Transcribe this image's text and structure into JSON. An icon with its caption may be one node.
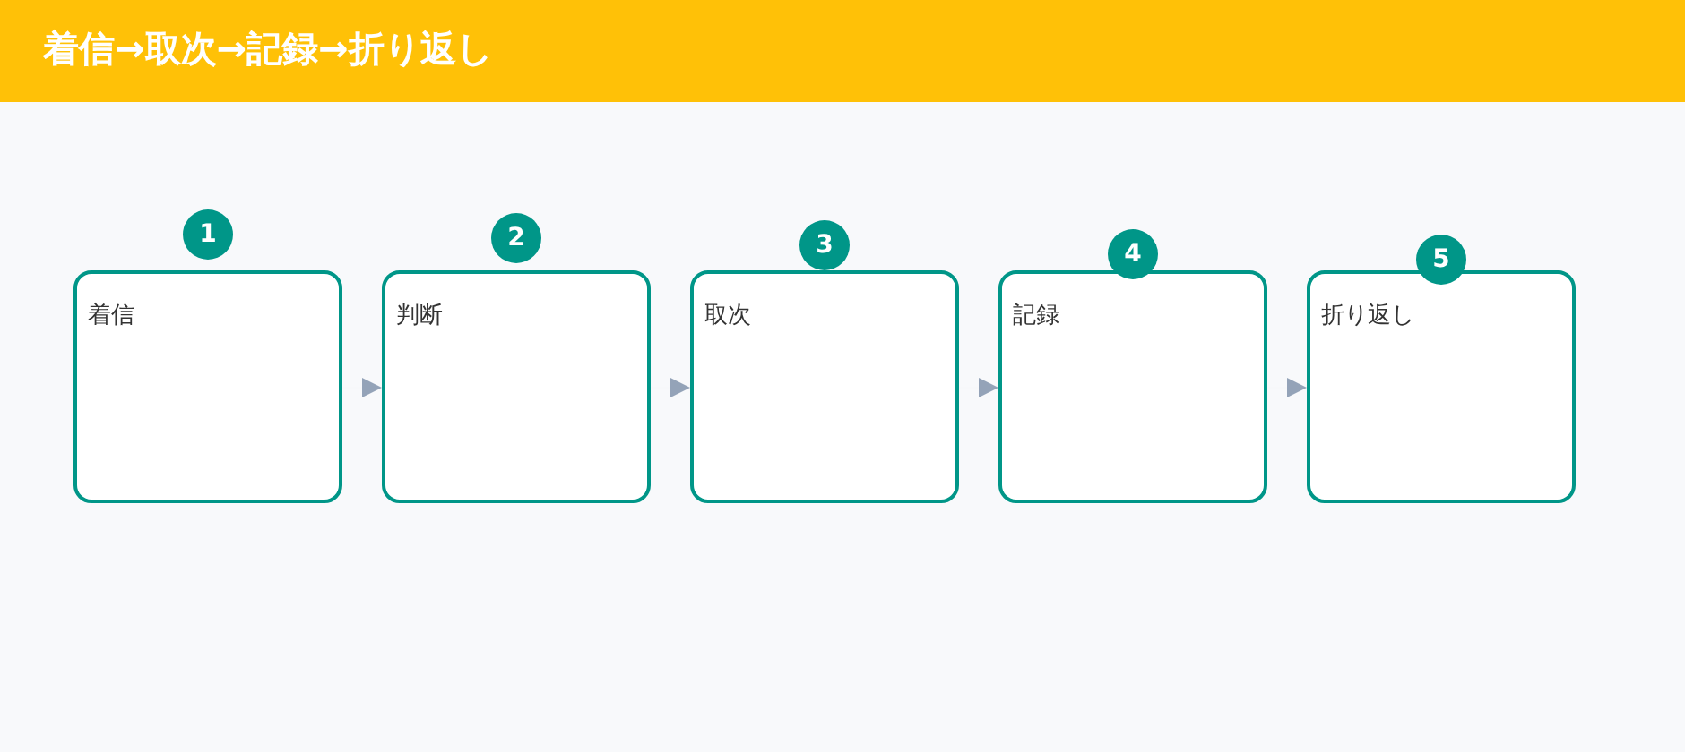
{
  "diagram": {
    "title": "着信→取次→記録→折り返し",
    "nodes": [
      {
        "text": [
          "着信"
        ],
        "beside": [
          "1"
        ]
      },
      {
        "text": [
          "判断"
        ],
        "beside": [
          "2"
        ]
      },
      {
        "text": [
          "取次"
        ],
        "beside": [
          "3"
        ]
      },
      {
        "text": [
          "記録"
        ],
        "beside": [
          "4"
        ]
      },
      {
        "text": [
          "折り返し"
        ],
        "beside": [
          "5"
        ]
      }
    ],
    "edges": [
      {
        "from": 0,
        "to": 1,
        "arrow": "to"
      },
      {
        "from": 1,
        "to": 2,
        "arrow": "to"
      },
      {
        "from": 2,
        "to": 3,
        "arrow": "to"
      },
      {
        "from": 3,
        "to": 4,
        "arrow": "to"
      }
    ]
  }
}
